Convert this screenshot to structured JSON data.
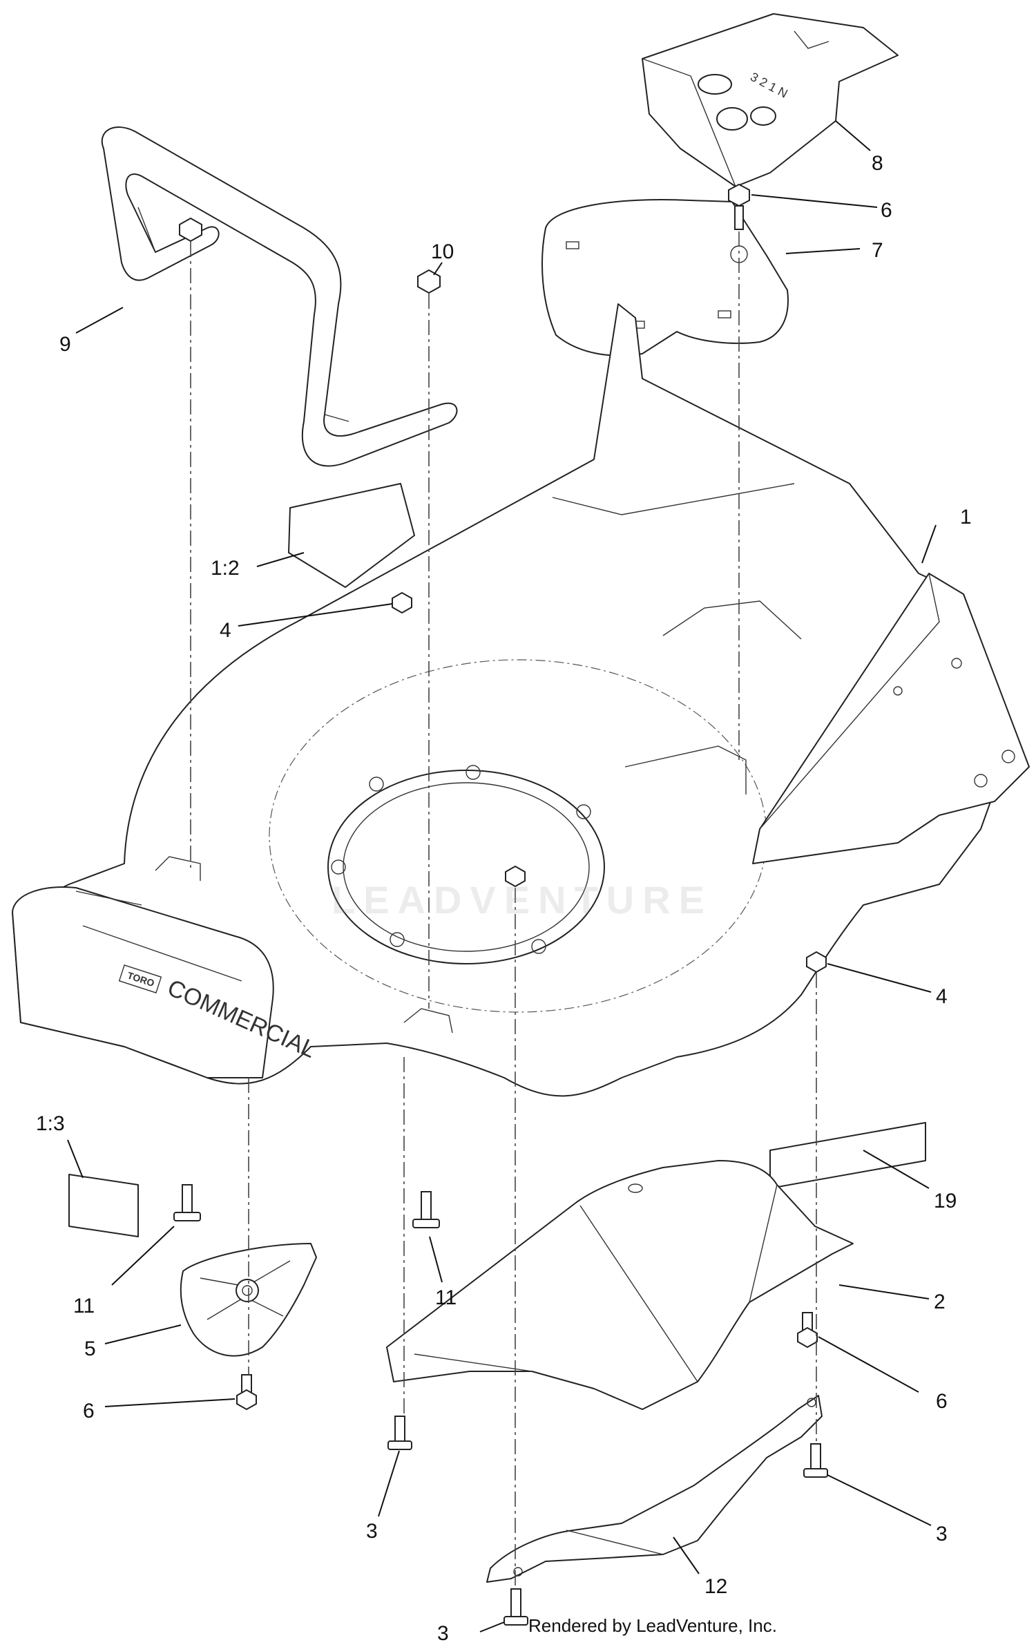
{
  "callouts": [
    {
      "id": "c-1",
      "label": "1"
    },
    {
      "id": "c-1-2",
      "label": "1:2"
    },
    {
      "id": "c-1-3",
      "label": "1:3"
    },
    {
      "id": "c-2",
      "label": "2"
    },
    {
      "id": "c-3a",
      "label": "3"
    },
    {
      "id": "c-3b",
      "label": "3"
    },
    {
      "id": "c-3c",
      "label": "3"
    },
    {
      "id": "c-4a",
      "label": "4"
    },
    {
      "id": "c-4b",
      "label": "4"
    },
    {
      "id": "c-5",
      "label": "5"
    },
    {
      "id": "c-6a",
      "label": "6"
    },
    {
      "id": "c-6b",
      "label": "6"
    },
    {
      "id": "c-6c",
      "label": "6"
    },
    {
      "id": "c-7",
      "label": "7"
    },
    {
      "id": "c-8",
      "label": "8"
    },
    {
      "id": "c-9",
      "label": "9"
    },
    {
      "id": "c-10",
      "label": "10"
    },
    {
      "id": "c-11a",
      "label": "11"
    },
    {
      "id": "c-11b",
      "label": "11"
    },
    {
      "id": "c-12",
      "label": "12"
    },
    {
      "id": "c-19",
      "label": "19"
    }
  ],
  "shroud_marking": "3  2  1  N",
  "deck_brand": "COMMERCIAL",
  "deck_logo": "TORO",
  "watermark": "LEADVENTURE",
  "credit": "Rendered by LeadVenture, Inc."
}
